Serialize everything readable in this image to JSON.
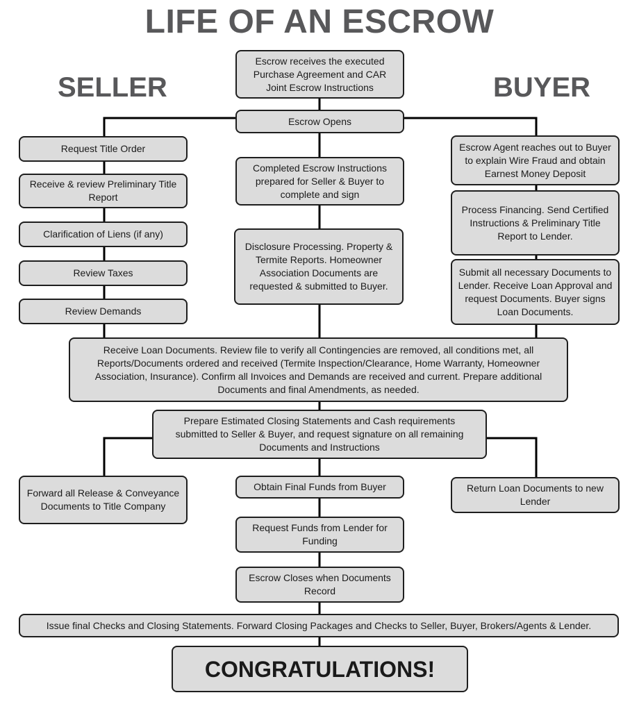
{
  "header": {
    "title": "LIFE OF AN ESCROW",
    "seller_label": "SELLER",
    "buyer_label": "BUYER"
  },
  "steps": {
    "executed": "Escrow receives the executed Purchase Agreement and CAR Joint Escrow Instructions",
    "opens": "Escrow Opens",
    "instructions": "Completed Escrow Instructions prepared for Seller & Buyer to complete and sign",
    "disclosure": "Disclosure Processing. Property & Termite Reports. Homeowner Association Documents are requested & submitted to Buyer.",
    "receive_loan": "Receive Loan Documents. Review file to verify all Contingencies are removed, all conditions met, all Reports/Documents ordered and received (Termite Inspection/Clearance, Home Warranty, Homeowner Association, Insurance). Confirm all Invoices and Demands are received and current. Prepare additional Documents and final Amendments, as needed.",
    "estimated": "Prepare Estimated Closing Statements and Cash requirements submitted to Seller & Buyer, and request signature on all remaining Documents and Instructions",
    "final_funds": "Obtain Final Funds from Buyer",
    "request_funds": "Request Funds from Lender for Funding",
    "closes": "Escrow Closes when Documents Record",
    "final_checks": "Issue final Checks and Closing Statements. Forward Closing Packages and Checks to Seller, Buyer, Brokers/Agents & Lender.",
    "congrats": "CONGRATULATIONS!"
  },
  "seller": {
    "title_order": "Request Title Order",
    "prelim": "Receive & review Preliminary Title Report",
    "liens": "Clarification of Liens (if any)",
    "taxes": "Review Taxes",
    "demands": "Review Demands",
    "forward_release": "Forward all Release & Conveyance Documents to Title Company"
  },
  "buyer": {
    "agent": "Escrow Agent reaches out to Buyer to explain Wire Fraud and obtain Earnest Money Deposit",
    "financing": "Process Financing. Send Certified Instructions & Preliminary Title Report to Lender.",
    "submit": "Submit all necessary Documents to Lender. Receive Loan Approval and request Documents. Buyer signs Loan Documents.",
    "return_loan": "Return Loan Documents to new Lender"
  }
}
